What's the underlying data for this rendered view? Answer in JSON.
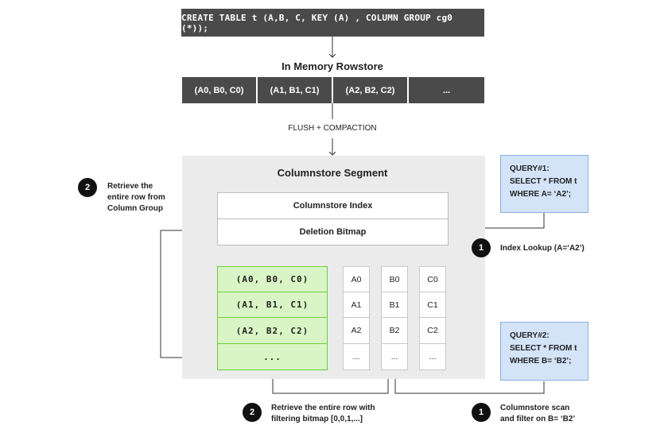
{
  "sql": "CREATE TABLE  t (A,B, C, KEY (A) , COLUMN GROUP cg0 (*));",
  "rowstore": {
    "title": "In Memory Rowstore",
    "cells": [
      "(A0, B0, C0)",
      "(A1, B1, C1)",
      "(A2, B2, C2)",
      "..."
    ]
  },
  "flush_label": "FLUSH + COMPACTION",
  "segment": {
    "title": "Columnstore Segment",
    "index_label": "Columnstore Index",
    "bitmap_label": "Deletion Bitmap",
    "column_group_rows": [
      "(A0, B0, C0)",
      "(A1, B1, C1)",
      "(A2, B2, C2)",
      "..."
    ],
    "col_a": [
      "A0",
      "A1",
      "A2",
      "..."
    ],
    "col_b": [
      "B0",
      "B1",
      "B2",
      "..."
    ],
    "col_c": [
      "C0",
      "C1",
      "C2",
      "..."
    ]
  },
  "query1": {
    "line1": "QUERY#1:",
    "line2": "SELECT * FROM t",
    "line3": "WHERE A= ‘A2’;"
  },
  "query2": {
    "line1": "QUERY#2:",
    "line2": "SELECT * FROM t",
    "line3": "WHERE B= ‘B2’;"
  },
  "notes": {
    "retrieve_cg_badge": "2",
    "retrieve_cg_line1": "Retrieve the",
    "retrieve_cg_line2": "entire row from",
    "retrieve_cg_line3": "Column Group",
    "index_lookup_badge": "1",
    "index_lookup": "Index Lookup (A=‘A2’)",
    "retrieve_bitmap_badge": "2",
    "retrieve_bitmap_line1": "Retrieve the entire row with",
    "retrieve_bitmap_line2": "filtering bitmap [0,0,1,...]",
    "col_scan_badge": "1",
    "col_scan_line1": "Columnstore scan",
    "col_scan_line2": "and filter on B= ‘B2’"
  },
  "colors": {
    "dark_box": "#4a4a4a",
    "segment_bg": "#ebebeb",
    "green_fill": "#d9f5c5",
    "green_border": "#6cce3a",
    "query_fill": "#d3e3f8",
    "query_border": "#8ab0e0"
  }
}
